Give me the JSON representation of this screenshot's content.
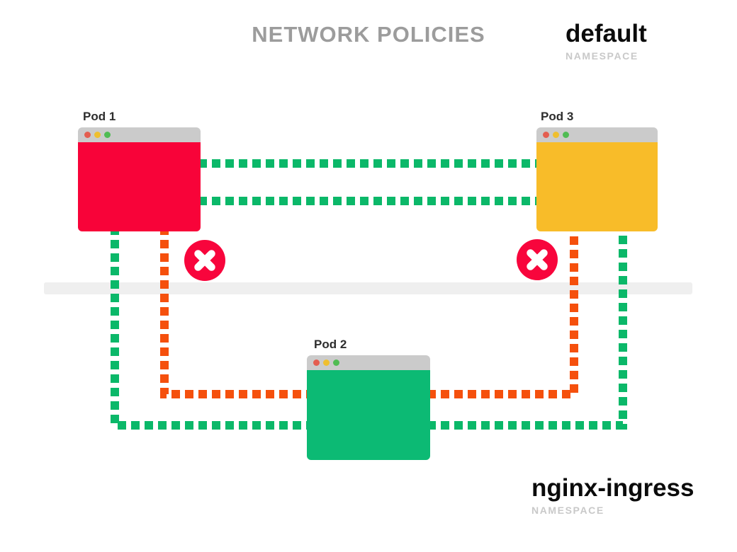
{
  "title": "NETWORK POLICIES",
  "namespaces": [
    {
      "name": "default",
      "type_label": "NAMESPACE",
      "position": "top-right"
    },
    {
      "name": "nginx-ingress",
      "type_label": "NAMESPACE",
      "position": "bottom-right"
    }
  ],
  "pods": [
    {
      "label": "Pod 1",
      "color": "#F80339",
      "namespace": "default"
    },
    {
      "label": "Pod 2",
      "color": "#0CBA74",
      "namespace": "nginx-ingress"
    },
    {
      "label": "Pod 3",
      "color": "#F8BC29",
      "namespace": "default"
    }
  ],
  "connections": [
    {
      "from": "Pod 1",
      "to": "Pod 3",
      "status": "allowed",
      "style": "green-dashed"
    },
    {
      "from": "Pod 1",
      "to": "Pod 2",
      "status": "allowed",
      "style": "green-dashed"
    },
    {
      "from": "Pod 3",
      "to": "Pod 2",
      "status": "allowed",
      "style": "green-dashed"
    },
    {
      "from": "Pod 1",
      "to": "Pod 2",
      "status": "blocked",
      "style": "orange-dashed-x"
    },
    {
      "from": "Pod 3",
      "to": "Pod 2",
      "status": "blocked",
      "style": "orange-dashed-x"
    }
  ],
  "colors": {
    "allowed_line": "#0BB869",
    "blocked_line": "#F5500D",
    "badge_bg": "#F8053C",
    "badge_glyph": "#FFFFFF",
    "boundary_bar": "#EFEFEF",
    "window_titlebar": "#CBCBCB",
    "window_dot_red": "#E45E50",
    "window_dot_yellow": "#EFBF2F",
    "window_dot_green": "#50BC53",
    "title_text": "#9C9C9C",
    "namespace_name_text": "#0B0B0B",
    "namespace_label_text": "#C9C9C9"
  }
}
